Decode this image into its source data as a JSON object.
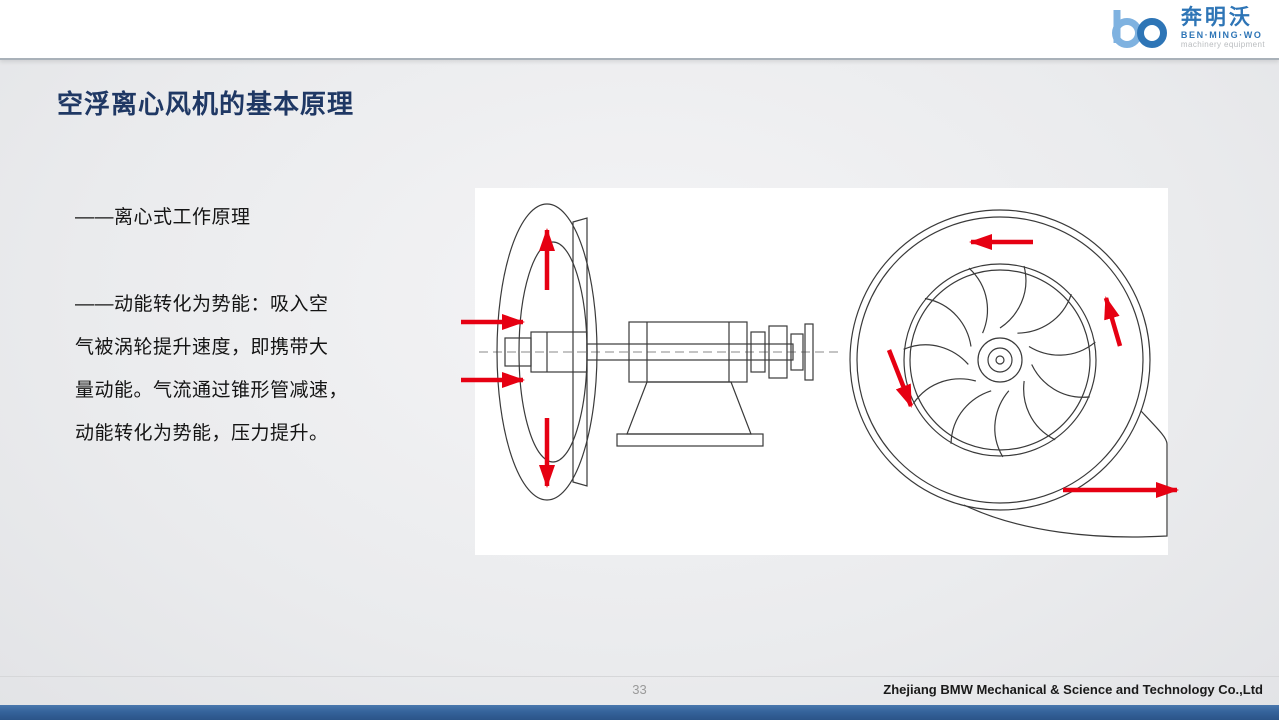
{
  "logo": {
    "mark": "bo",
    "brand_cn": "奔明沃",
    "brand_en": "BEN·MING·WO",
    "tagline": "machinery equipment"
  },
  "slide": {
    "title": "空浮离心风机的基本原理",
    "page_number": "33",
    "footer_company": "Zhejiang BMW Mechanical & Science and Technology Co.,Ltd"
  },
  "body": {
    "heading": "——离心式工作原理",
    "paragraph_lines": [
      "——动能转化为势能：吸入空",
      "气被涡轮提升速度，即携带大",
      "量动能。气流通过锥形管减速，",
      "动能转化为势能，压力提升。"
    ]
  },
  "diagram": {
    "subject": "centrifugal-blower-technical-drawing",
    "arrow_color": "#e60012",
    "line_color": "#3a3a3a"
  },
  "colors": {
    "title": "#1f3864",
    "brand_blue": "#2e75b6",
    "accent_bar": "#35639b",
    "background": "#eaebed"
  }
}
